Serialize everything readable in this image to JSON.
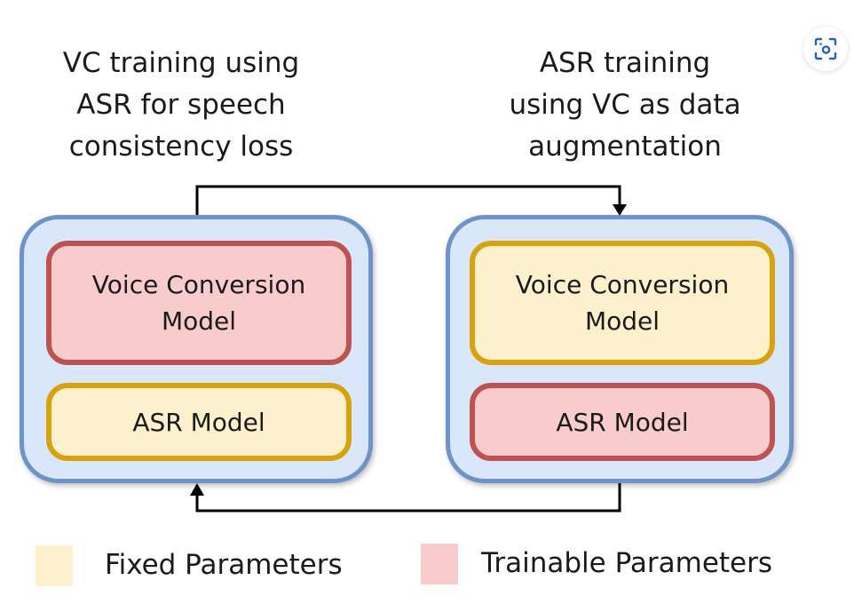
{
  "captions": {
    "left": [
      "VC training using",
      "ASR for speech",
      "consistency loss"
    ],
    "right": [
      "ASR training",
      "using VC as data",
      "augmentation"
    ]
  },
  "left_panel": {
    "top_block": {
      "label_line1": "Voice Conversion",
      "label_line2": "Model",
      "state": "trainable"
    },
    "bottom_block": {
      "label": "ASR Model",
      "state": "fixed"
    }
  },
  "right_panel": {
    "top_block": {
      "label_line1": "Voice Conversion",
      "label_line2": "Model",
      "state": "fixed"
    },
    "bottom_block": {
      "label": "ASR Model",
      "state": "trainable"
    }
  },
  "legend": {
    "fixed": {
      "label": "Fixed Parameters",
      "color": "#fdf0cc"
    },
    "trainable": {
      "label": "Trainable Parameters",
      "color": "#f8cccc"
    }
  },
  "colors": {
    "panel_fill": "#dae7fb",
    "panel_border": "#6e93c8",
    "trainable_border": "#bd5252",
    "fixed_border": "#d8a20c"
  },
  "icons": {
    "visual_search": "visual-search-icon"
  }
}
